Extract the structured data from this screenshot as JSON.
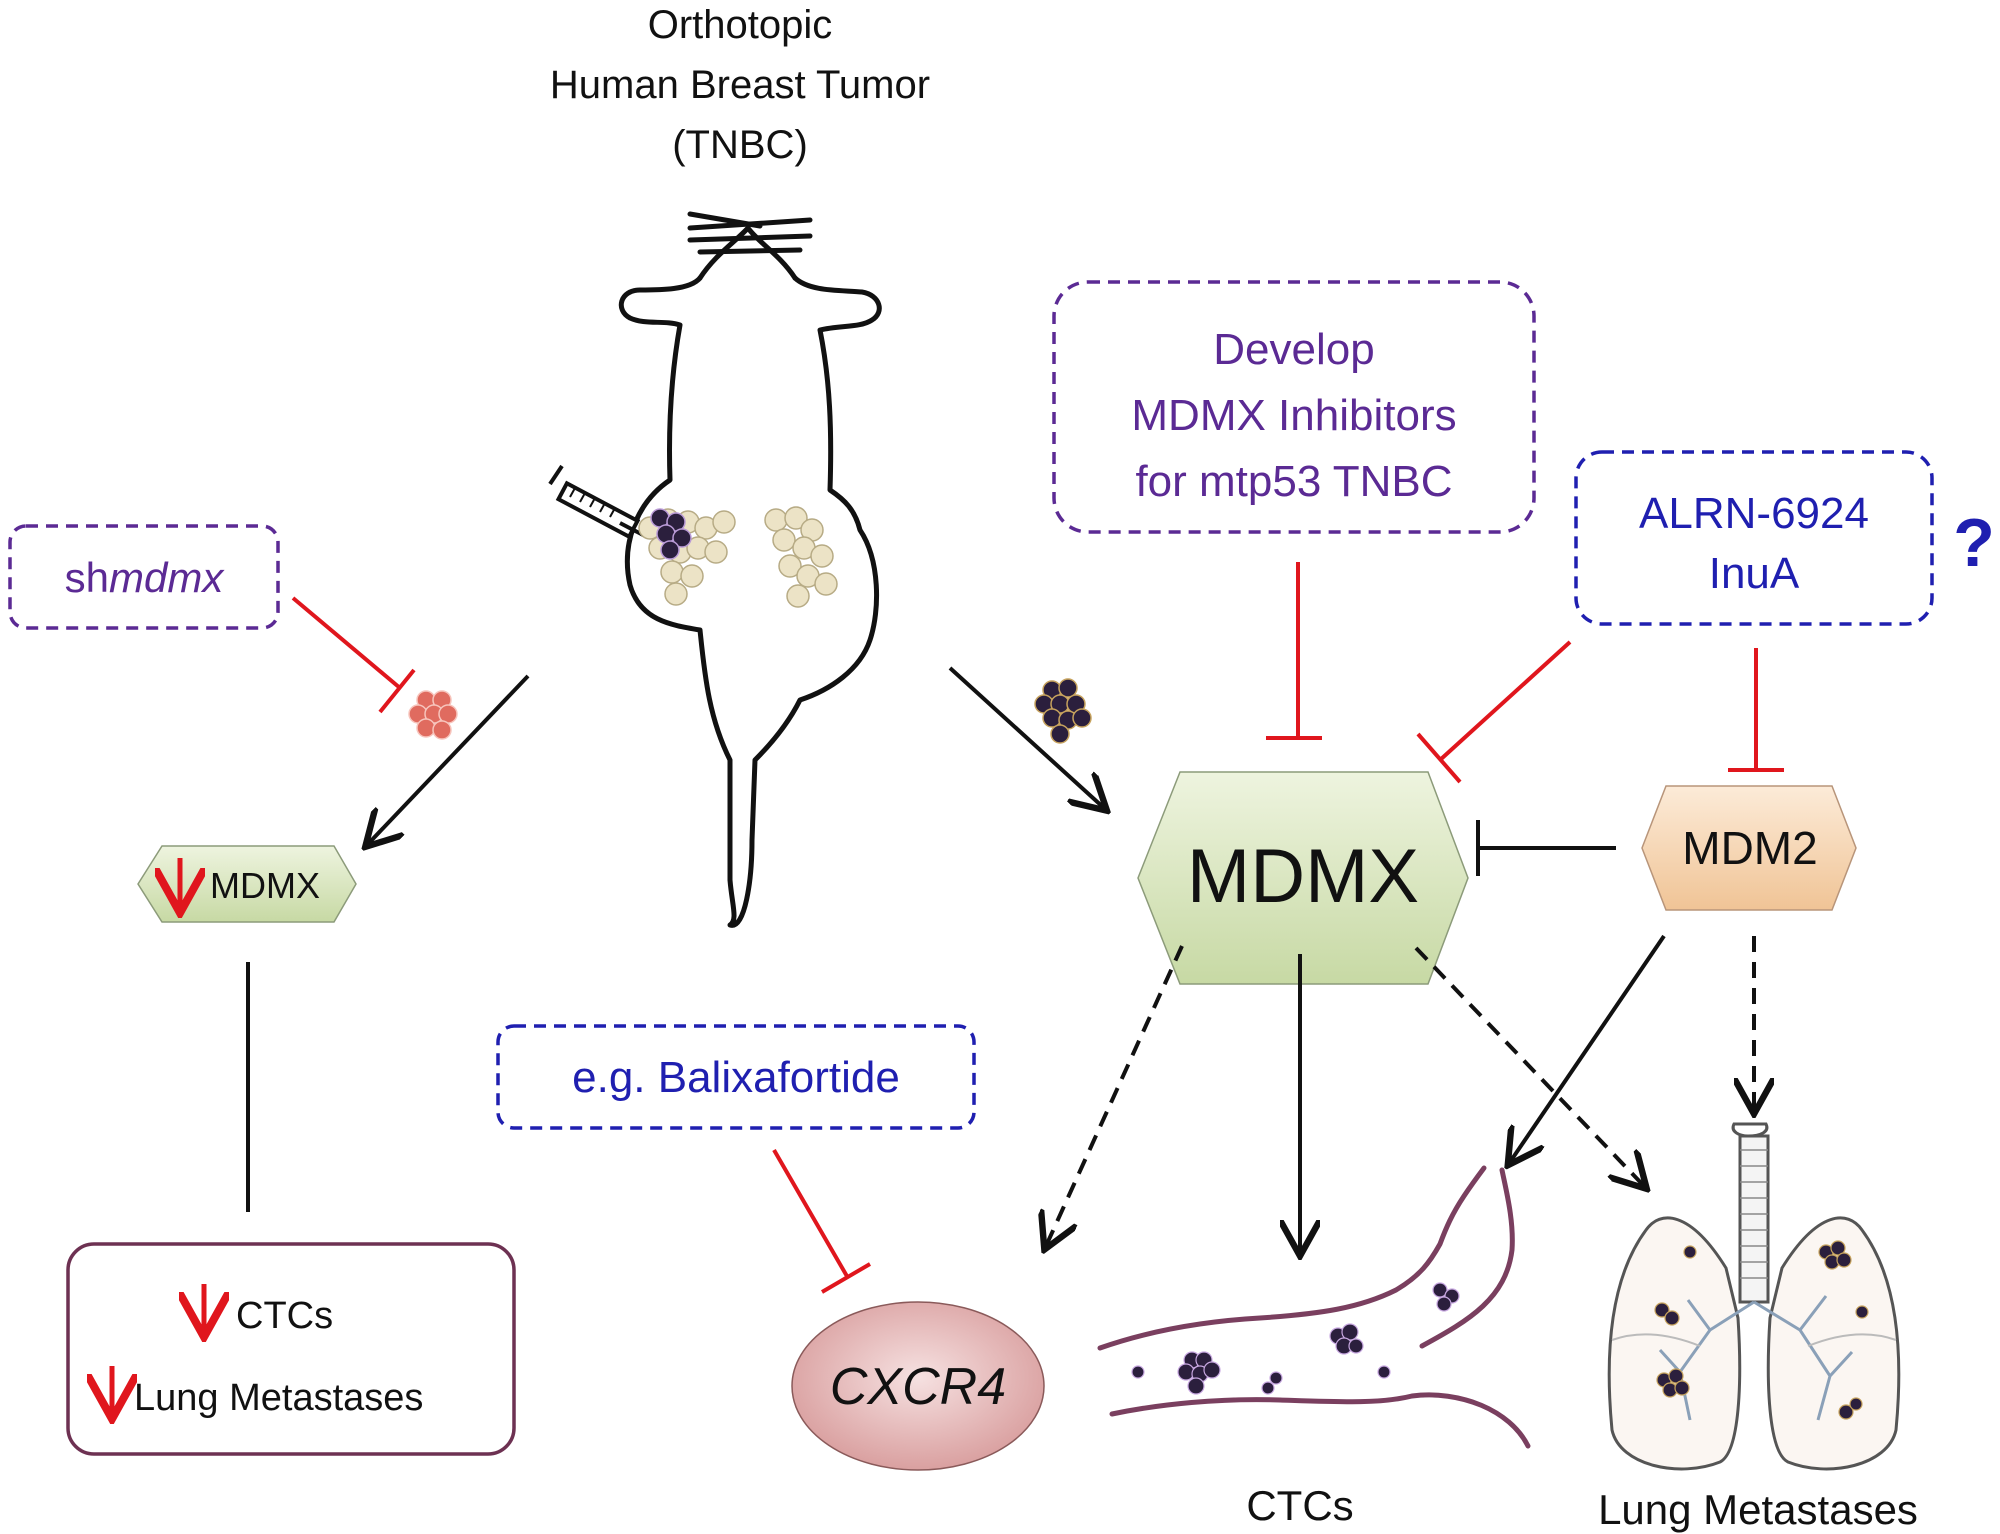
{
  "title": {
    "line1": "Orthotopic",
    "line2": "Human Breast Tumor",
    "line3": "(TNBC)"
  },
  "left": {
    "shmdmx_prefix": "sh",
    "shmdmx_italic": "mdmx",
    "mdmx_small": "MDMX",
    "result_ctcs": "CTCs",
    "result_lung": "Lung Metastases"
  },
  "center": {
    "develop_line1": "Develop",
    "develop_line2": "MDMX Inhibitors",
    "develop_line3": "for mtp53 TNBC",
    "mdmx_large": "MDMX",
    "balixafortide": "e.g. Balixafortide",
    "cxcr4": "CXCR4",
    "ctcs_label": "CTCs"
  },
  "right": {
    "alrn_line1": "ALRN-6924",
    "alrn_line2": "InuA",
    "question": "?",
    "mdm2": "MDM2",
    "lung_label": "Lung Metastases"
  },
  "colors": {
    "purple_text": "#5b2a94",
    "blue_text": "#1f1fb0",
    "inhibit_red": "#e0161d",
    "arrow_black": "#111111",
    "mdmx_fill": "#dce8c4",
    "mdm2_fill": "#f7d9b8",
    "cxcr4_fill": "#e3b3b3",
    "vessel": "#7a3f5f",
    "result_border": "#6d3152"
  },
  "icons": [
    "mouse-outline-icon",
    "syringe-icon",
    "tumor-cluster-icon",
    "blood-vessel-icon",
    "lungs-icon",
    "down-arrow-icon"
  ]
}
